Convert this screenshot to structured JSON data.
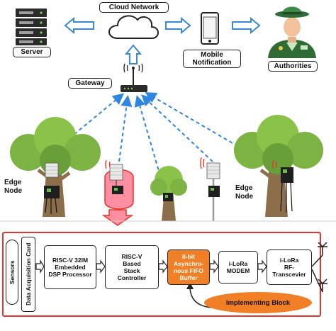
{
  "labels": {
    "cloud": "Cloud Network",
    "server": "Server",
    "mobile": "Mobile\nNotification",
    "authorities": "Authorities",
    "gateway": "Gateway",
    "edge_left": "Edge\nNode",
    "edge_right": "Edge\nNode"
  },
  "blocks": {
    "sensors": "Sensors",
    "daq": "Data Acquisition Card",
    "riscv_dsp": "RISC-V 32IM\nEmbedded\nDSP Processor",
    "riscv_stack": "RISC-V\nBased\nStack\nController",
    "fifo": "8-bit\nAsynchro-\nnous FIFO\nBuffer",
    "modem": "i-LoRa\nMODEM",
    "rf": "i-LoRa\nRF-\nTranscevier",
    "implementing": "Implementing Block"
  },
  "colors": {
    "arrow_blue": "#3a88d8",
    "dash_blue": "#2e86de",
    "border_red": "#e8352b",
    "orange": "#f07f25",
    "highlight_pink": "#ff8fa0",
    "tree_green": "#7cb342",
    "trunk_brown": "#8d6e4b"
  }
}
